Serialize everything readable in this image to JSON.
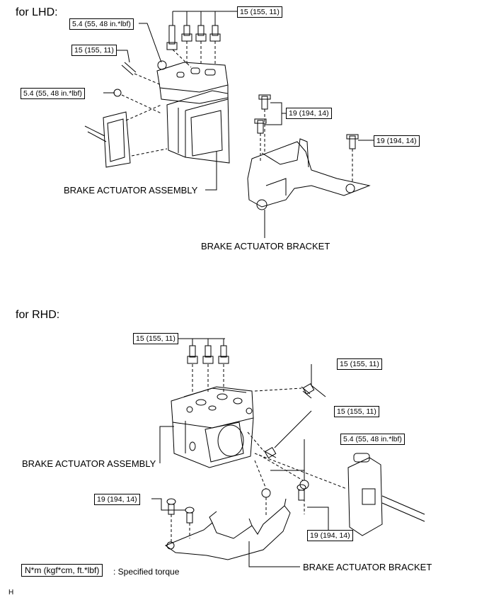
{
  "lhd": {
    "heading": "for LHD:",
    "torque_15_a": "15 (155, 11)",
    "torque_15_b": "15 (155, 11)",
    "torque_54_a": "5.4 (55, 48 in.*lbf)",
    "torque_54_b": "5.4 (55, 48 in.*lbf)",
    "torque_19_a": "19 (194, 14)",
    "torque_19_b": "19 (194, 14)",
    "assembly_label": "BRAKE ACTUATOR ASSEMBLY",
    "bracket_label": "BRAKE ACTUATOR BRACKET"
  },
  "rhd": {
    "heading": "for RHD:",
    "torque_15_a": "15 (155, 11)",
    "torque_15_b": "15 (155, 11)",
    "torque_15_c": "15 (155, 11)",
    "torque_54": "5.4 (55, 48 in.*lbf)",
    "torque_19_a": "19 (194, 14)",
    "torque_19_b": "19 (194, 14)",
    "assembly_label": "BRAKE ACTUATOR ASSEMBLY",
    "bracket_label": "BRAKE ACTUATOR BRACKET"
  },
  "legend": {
    "unit_box": "N*m (kgf*cm, ft.*lbf)",
    "unit_text": ": Specified torque"
  },
  "footer_code": "H"
}
